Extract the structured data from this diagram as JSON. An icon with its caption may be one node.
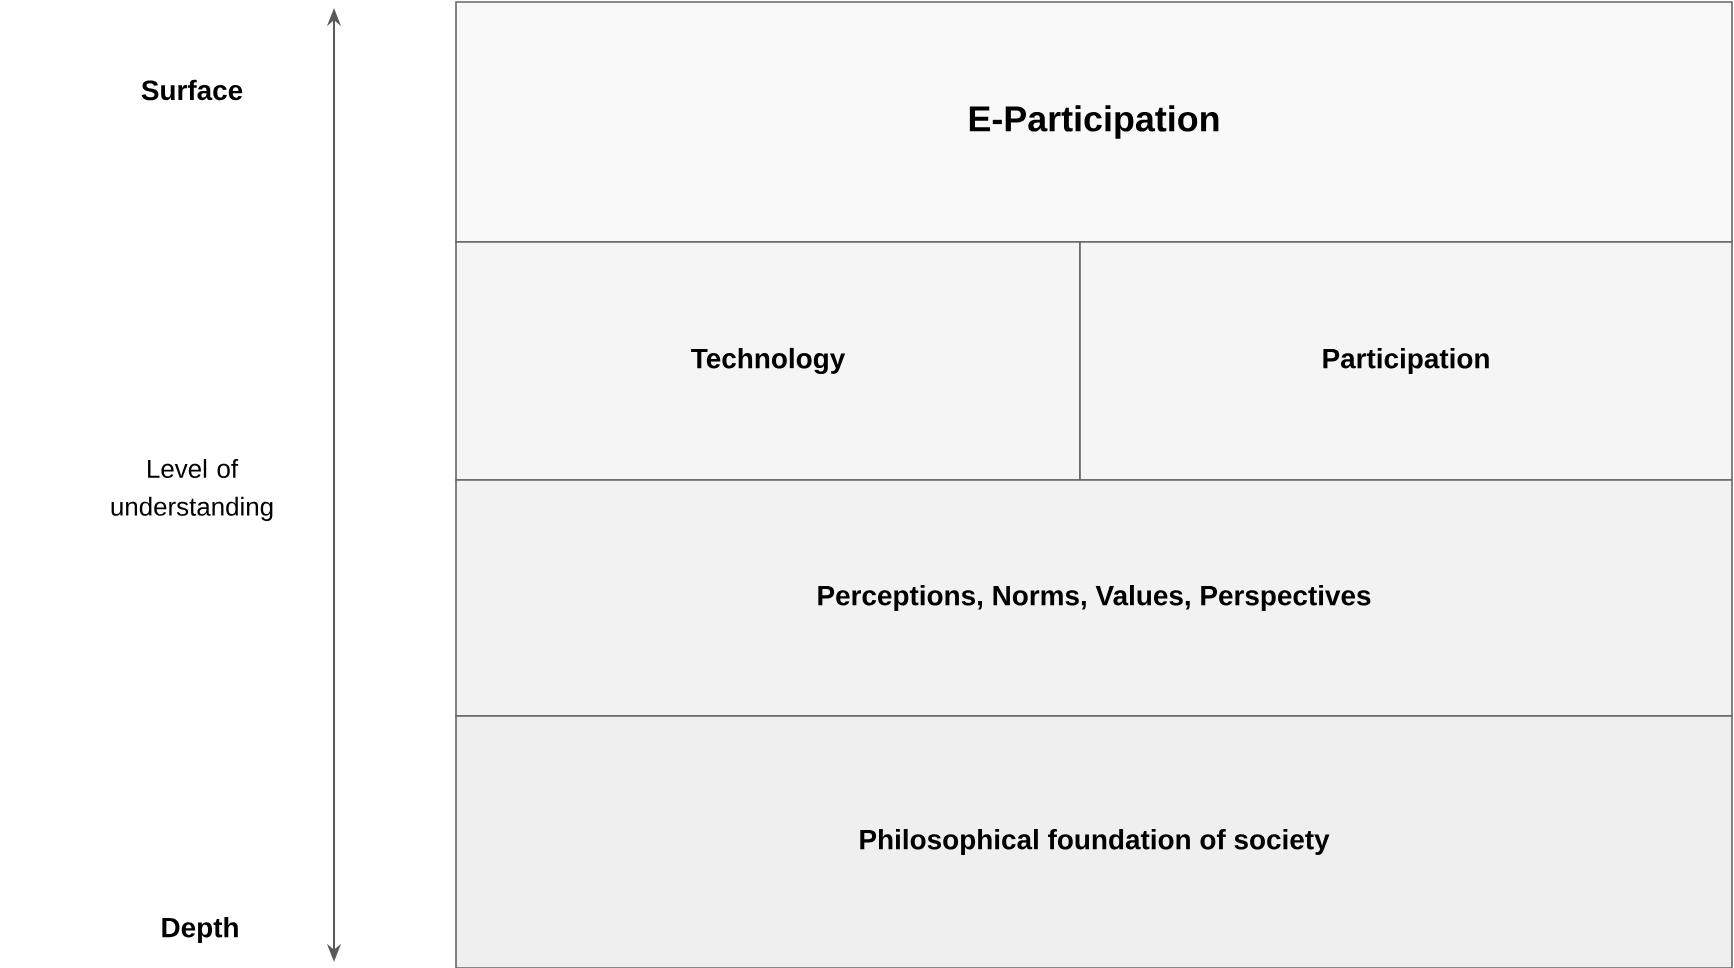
{
  "diagram": {
    "nodes": [
      {
        "text": [
          "E-Participation"
        ]
      },
      {
        "text": [
          "Technology"
        ]
      },
      {
        "text": [
          "Participation"
        ]
      },
      {
        "text": [
          "Perceptions, Norms, Values, Perspectives"
        ]
      },
      {
        "text": [
          "Philosophical foundation of society"
        ]
      }
    ],
    "labels": [
      "Surface",
      "Level of understanding",
      "Depth"
    ]
  }
}
